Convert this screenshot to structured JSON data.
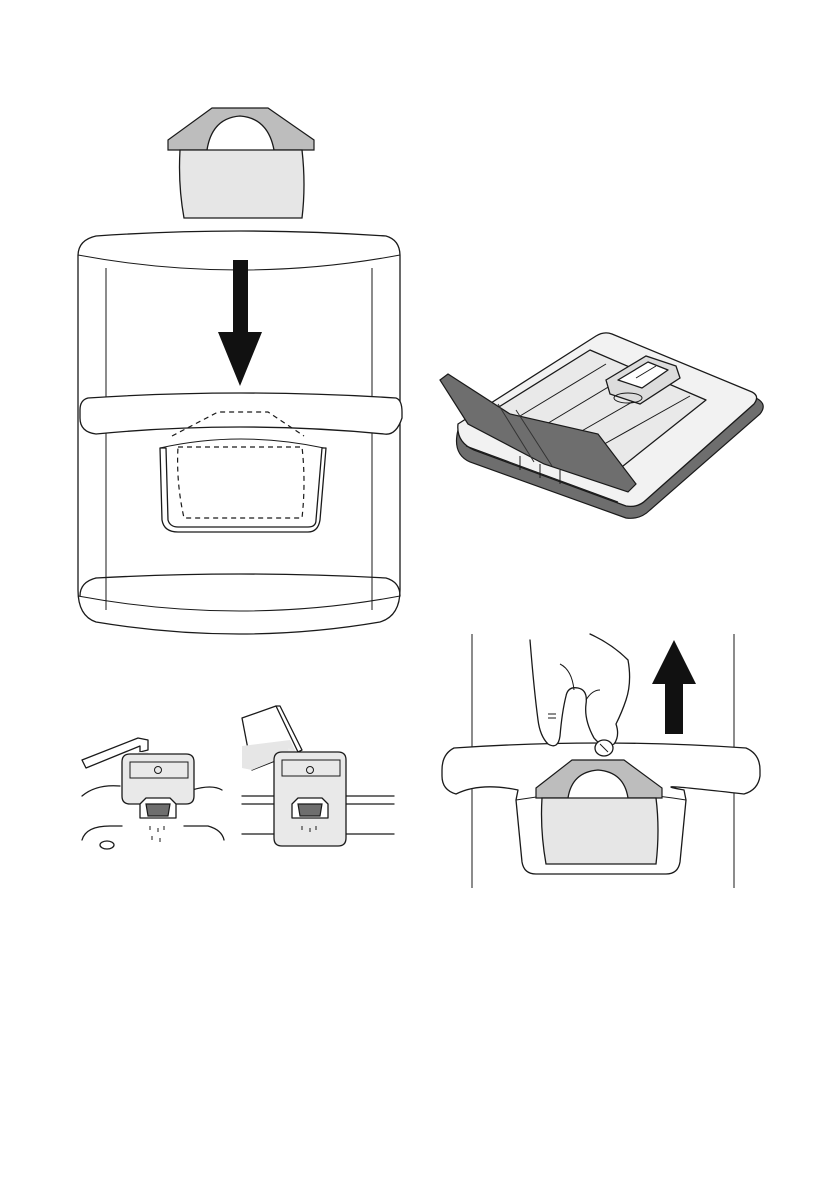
{
  "figure": {
    "panels": [
      {
        "id": "insert-cartridge",
        "arrow": "down"
      },
      {
        "id": "dispenser-tray-view"
      },
      {
        "id": "rinse-under-tap"
      },
      {
        "id": "fill-from-jug"
      },
      {
        "id": "remove-cartridge",
        "arrow": "up"
      }
    ],
    "colors": {
      "line": "#1a1a1a",
      "fill_light": "#e6e6e6",
      "fill_dark": "#6e6e6e",
      "arrow": "#111111"
    }
  }
}
